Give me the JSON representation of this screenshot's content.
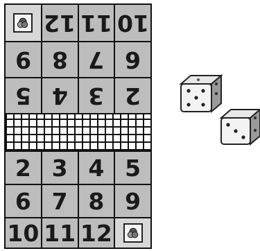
{
  "board": {
    "top_rows": [
      [
        "",
        "12",
        "11",
        "10"
      ],
      [
        "9",
        "8",
        "7",
        "6"
      ],
      [
        "5",
        "4",
        "3",
        "2"
      ]
    ],
    "bottom_rows": [
      [
        "2",
        "3",
        "4",
        "5"
      ],
      [
        "6",
        "7",
        "8",
        "9"
      ],
      [
        "10",
        "11",
        "12",
        ""
      ]
    ]
  },
  "dice": [
    {
      "name": "die-five",
      "face": 5
    },
    {
      "name": "die-three",
      "face": 3
    }
  ]
}
